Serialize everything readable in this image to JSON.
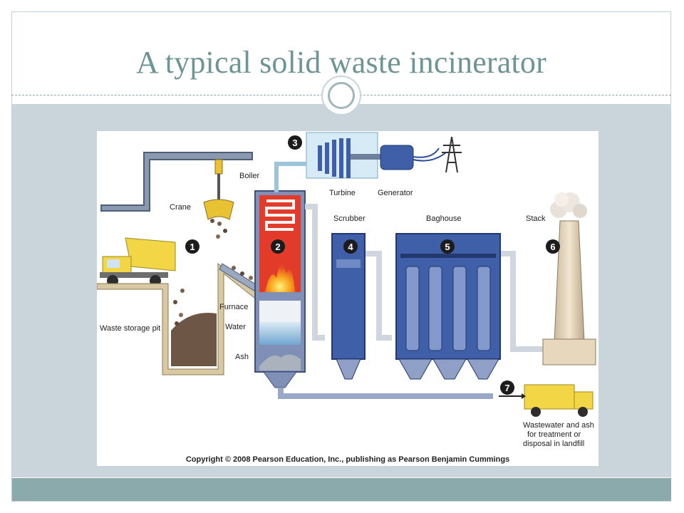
{
  "slide": {
    "title": "A typical solid waste incinerator"
  },
  "diagram": {
    "labels": {
      "crane": "Crane",
      "boiler": "Boiler",
      "furnace": "Furnace",
      "water": "Water",
      "ash": "Ash",
      "waste_pit": "Waste storage pit",
      "turbine": "Turbine",
      "generator": "Generator",
      "scrubber": "Scrubber",
      "baghouse": "Baghouse",
      "stack": "Stack",
      "output_line1": "Wastewater and ash",
      "output_line2": "for treatment or",
      "output_line3": "disposal in landfill"
    },
    "steps": [
      "1",
      "2",
      "3",
      "4",
      "5",
      "6",
      "7"
    ],
    "copyright": "Copyright © 2008 Pearson Education, Inc., publishing as Pearson Benjamin Cummings"
  },
  "colors": {
    "title": "#6f9494",
    "content_band": "#c9d5da",
    "footer_band": "#8aaaab",
    "boiler_red": "#e23b2a",
    "flame": "#f7a21b",
    "equipment_blue": "#3f5fa8",
    "truck_yellow": "#f2d646"
  }
}
